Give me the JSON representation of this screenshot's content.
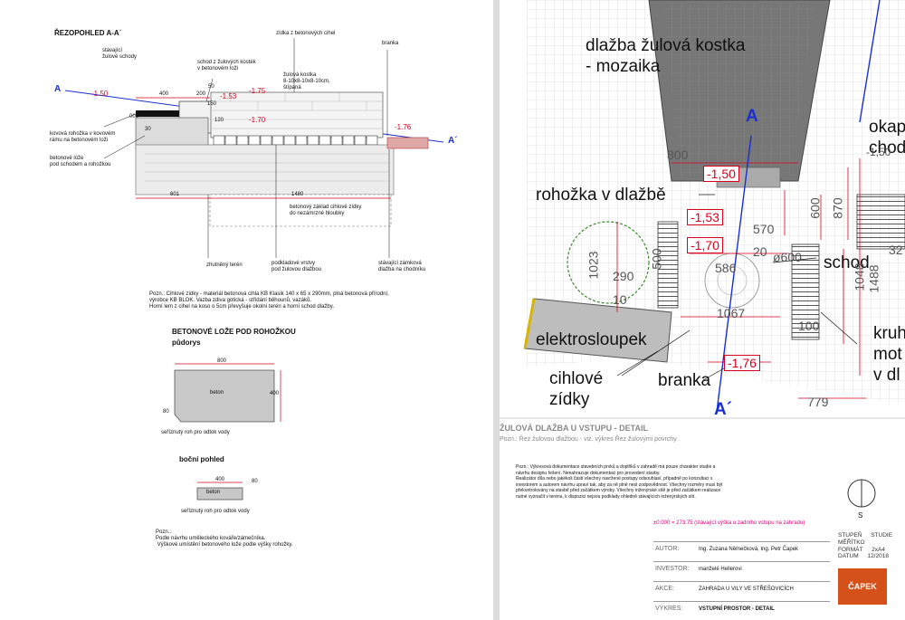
{
  "left": {
    "section_title": "ŘEZOPOHLED A-A´",
    "marker_a": "A",
    "marker_a_prime": "A´",
    "labels": {
      "existing_stairs": "stávající\nžulové schody",
      "stair_step": "schod z žulových kostek\nv betonovém loži",
      "brick_wall": "zídka z betonových cihel",
      "gate": "branka",
      "granite_cube": "žulová kostka\n8-10x8-10x8-10cm,\nštípaná",
      "grate": "kovová rohožka v kovovém\nrámu na betonovém loži",
      "concrete_bed": "betonové lože\npod schodem a rohožkou",
      "concrete_foundation": "betonový základ cihlové zídky\ndo nezámrzné hloubky",
      "compacted_soil": "zhutněný terén",
      "base_layers": "podkladové vrstvy\npod žulovou dlažbou",
      "existing_paving": "stávající zámková\ndlažba na chodníku"
    },
    "levels": {
      "l150": "-1.50",
      "l153": "-1.53",
      "l175": "-1.75",
      "l170": "-1.70",
      "l176": "-1.76"
    },
    "dims": {
      "d400": "400",
      "d200": "200",
      "d50": "50",
      "d150": "150",
      "d120": "120",
      "d30": "30",
      "d601": "601",
      "d1480": "1480",
      "d001": "001"
    },
    "note": "Pozn.: Cihlové zídky - materiál betonová cihla KB Klasik 140 x 65 x 290mm, plná betonová přírodní,\nvýrobce KB BLOK. Vazba zdiva gotická - střídání běhounů, vazáků.\nHorní lem z cihel na koso o 5cm převyšuje okolní terén a horní schod dlažby.",
    "bed_title": "BETONOVÉ LOŽE POD ROHOŽKOU",
    "plan_view": "půdorys",
    "plan_dims": {
      "w": "800",
      "h": "400",
      "corner": "80"
    },
    "beton": "beton",
    "chamfer_note": "seříznutý roh pro odtok vody",
    "side_view": "boční pohled",
    "side_dims": {
      "w": "400",
      "c": "80"
    },
    "footer_note": "Pozn.:\nPodle návrhu uměleckého kováře/zámečníka.\n Výškové umístění betonového lože podle výšky rohožky."
  },
  "right": {
    "labels": {
      "granite_paving": "dlažba žulová kostka\n- mozaika",
      "mat": "rohožka v dlažbě",
      "step": "schod",
      "post": "elektrosloupek",
      "brick_walls": "cihlové\nzídky",
      "gate": "branka",
      "okap": "okap\nchod",
      "kru": "kruh\nmot\nv dl"
    },
    "markers": {
      "a": "A",
      "a_prime": "A´"
    },
    "levels": {
      "l150": "-1,50",
      "l153": "-1,53",
      "l170": "-1,70",
      "l176": "-1,76",
      "l150b": "-1,50"
    },
    "dims": {
      "d800": "800",
      "d600": "600",
      "d870": "870",
      "d570": "570",
      "d20": "20",
      "d586": "586",
      "d600b": "ø600",
      "d1048": "1048",
      "d1488": "1488",
      "d1023": "1023",
      "d290": "290",
      "d500": "500",
      "d10": "10",
      "d1067": "1067",
      "d100": "100",
      "d779": "779",
      "d32": "32"
    },
    "title": "ŽULOVÁ DLAŽBA U VSTUPU - DETAIL",
    "subtitle": "Pozn.: Řez žulovou dlažbou - viz. výkres Řez žulovými povrchy.",
    "disclaimer": "Pozn.: Výkresová dokumentace stavebních prvků a doplňků v zahradě má pouze charakter studie a\nnávrhu designu řešení. Nenahrazuje dokumentaci pro provedení stavby.\nRealizátor díla nebo jakékoli části všechny navržené postupy odsouhlasí, případně po konzultaci s\ninvestorem a autorem návrhu upraví tak, aby za ně plně nesl zodpovědnost. Všechny rozměry musí být\npřekontrolovány na stavbě před začátkem výroby. Všechny inženýrské sítě je před začátkem realizace\nnutné vyznačit v terénu, k dispozici nejsou podklady ohledně stávajících inženýrských sítí.",
    "north": "S",
    "reference": "±0.000 = 273.75 (stávající výška u zadního vstupu na zahradu)",
    "stage": {
      "k1": "STUPEŇ",
      "v1": "STUDIE",
      "k2": "MĚŘÍTKO",
      "v2": "",
      "k3": "FORMÁT",
      "v3": "2xA4",
      "k4": "DATUM",
      "v4": "12/2018"
    },
    "title_block": {
      "author_label": "AUTOR:",
      "author": "Ing. Zuzana Němečková, Ing. Petr Čapek",
      "investor_label": "INVESTOR:",
      "investor": "manželé Hellerovi",
      "action_label": "AKCE:",
      "action": "ZAHRADA U VILY VE STŘEŠOVICÍCH",
      "drawing_label": "VÝKRES:",
      "drawing": "VSTUPNÍ PROSTOR - DETAIL"
    },
    "logo": "ČAPEK"
  }
}
